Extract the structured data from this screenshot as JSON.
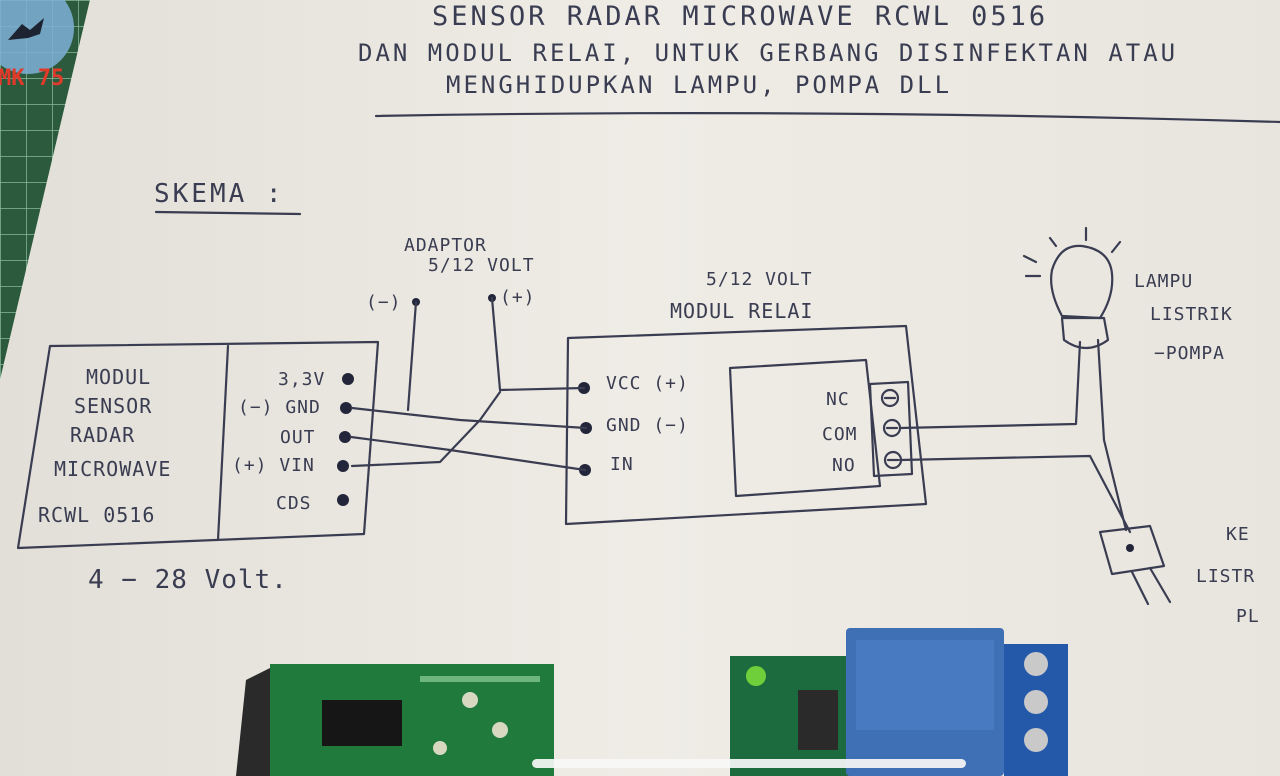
{
  "logo": {
    "text": "MK 75"
  },
  "title": {
    "line1": "SENSOR RADAR MICROWAVE RCWL 0516",
    "line2": "DAN MODUL RELAI, UNTUK GERBANG DISINFEKTAN ATAU",
    "line3": "MENGHIDUPKAN LAMPU, POMPA DLL"
  },
  "schema_label": "SKEMA :",
  "adaptor": {
    "name": "ADAPTOR",
    "voltage": "5/12 VOLT",
    "neg": "(−)",
    "pos": "(+)"
  },
  "sensor": {
    "name_lines": [
      "MODUL",
      "SENSOR",
      "RADAR",
      "MICROWAVE",
      "RCWL 0516"
    ],
    "pins": [
      "3,3V",
      "(−) GND",
      "OUT",
      "(+) VIN",
      "CDS"
    ],
    "voltage": "4 − 28 Volt."
  },
  "relay": {
    "voltage": "5/12 VOLT",
    "name": "MODUL RELAI",
    "pins": [
      "VCC (+)",
      "GND (−)",
      "IN"
    ],
    "switch": [
      "NC",
      "COM",
      "NO"
    ]
  },
  "lamp": {
    "lines": [
      "LAMPU",
      "LISTRIK",
      "−POMPA"
    ]
  },
  "plug_label": {
    "lines": [
      "KE",
      "LISTR",
      "PL"
    ]
  },
  "colors": {
    "paper": "#ece9e2",
    "ink": "#3a3d52",
    "pcb": "#1f7a3c",
    "relay": "#3f6fb5",
    "terminal": "#2458a8"
  }
}
